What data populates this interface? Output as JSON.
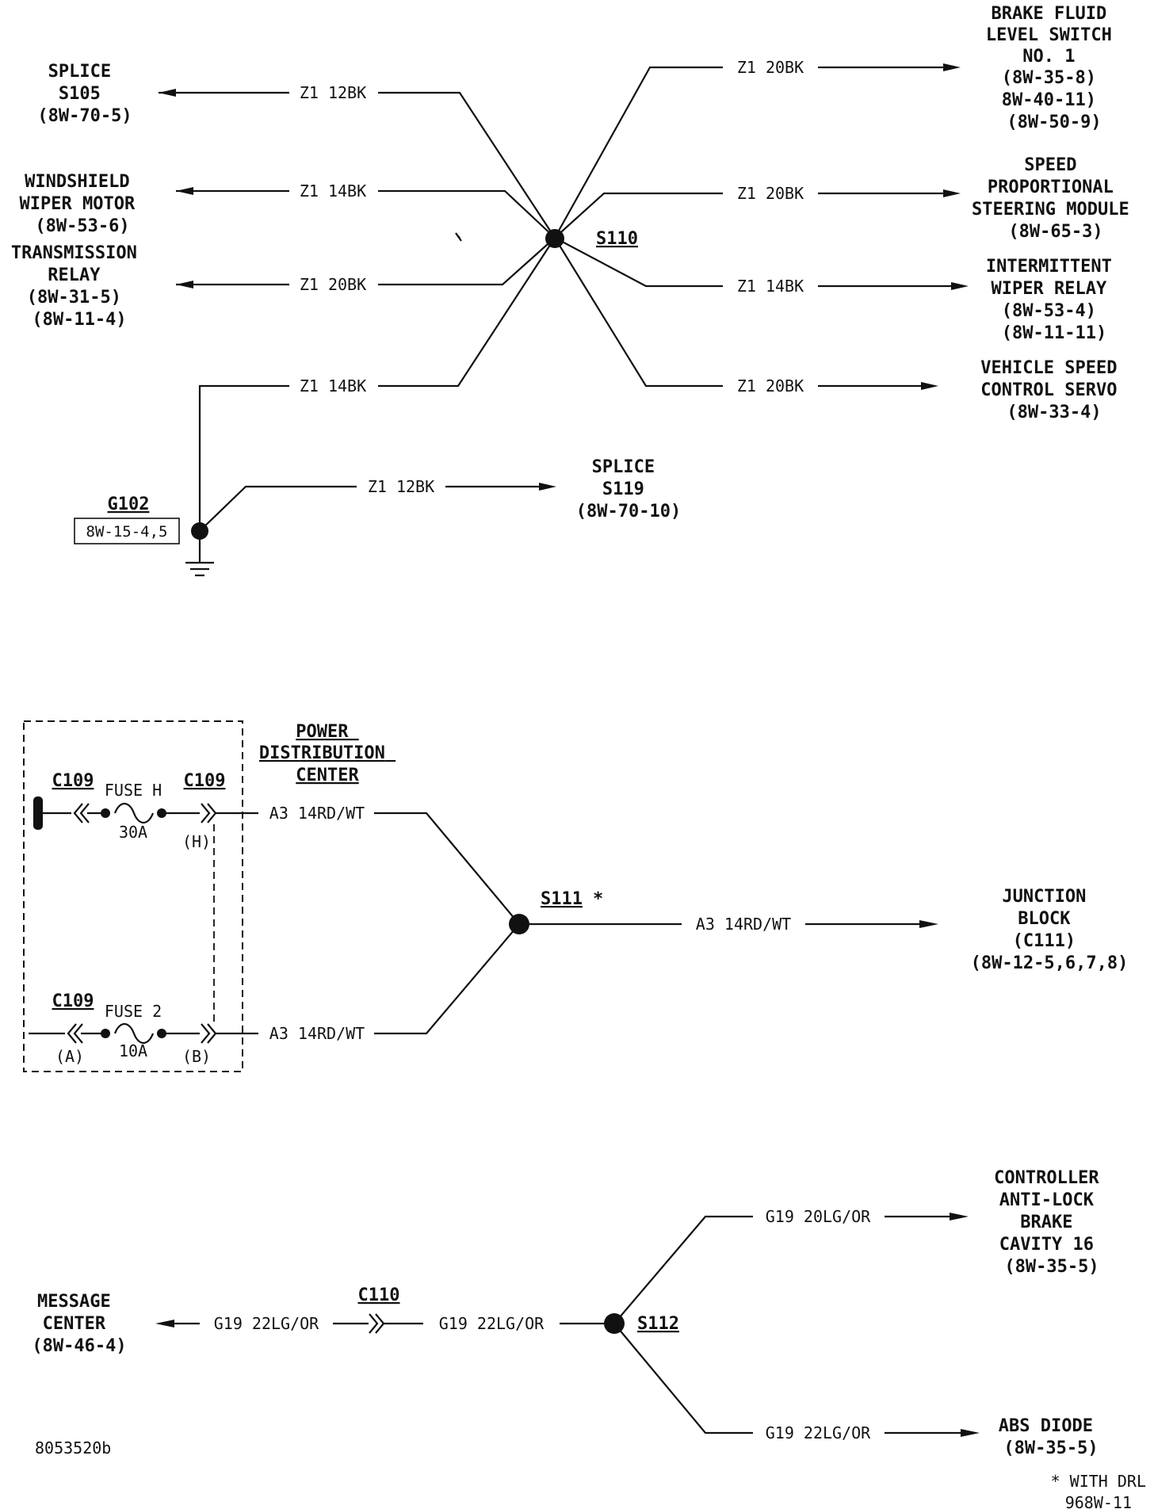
{
  "top": {
    "left_components": {
      "splice_s105": [
        "SPLICE",
        "S105",
        "(8W-70-5)"
      ],
      "wiper_motor": [
        "WINDSHIELD",
        "WIPER MOTOR",
        "(8W-53-6)"
      ],
      "transmission_relay": [
        "TRANSMISSION",
        "RELAY",
        "(8W-31-5)",
        "(8W-11-4)"
      ]
    },
    "right_components": {
      "brake_fluid_switch": [
        "BRAKE FLUID",
        "LEVEL SWITCH",
        "NO. 1",
        "(8W-35-8)",
        "8W-40-11)",
        "(8W-50-9)"
      ],
      "speed_steering": [
        "SPEED",
        "PROPORTIONAL",
        "STEERING MODULE",
        "(8W-65-3)"
      ],
      "intermittent_relay": [
        "INTERMITTENT",
        "WIPER RELAY",
        "(8W-53-4)",
        "(8W-11-11)"
      ],
      "speed_control_servo": [
        "VEHICLE SPEED",
        "CONTROL SERVO",
        "(8W-33-4)"
      ]
    },
    "wires": {
      "w_s105": "Z1 12BK",
      "w_wiper_motor": "Z1 14BK",
      "w_trans_relay": "Z1 20BK",
      "w_g102": "Z1 14BK",
      "w_brake": "Z1 20BK",
      "w_steering": "Z1 20BK",
      "w_int_relay": "Z1 14BK",
      "w_servo": "Z1 20BK",
      "w_s119": "Z1 12BK"
    },
    "splice_s110": "S110",
    "ground_label": "G102",
    "ground_ref": "8W-15-4,5",
    "splice_s119": [
      "SPLICE",
      "S119",
      "(8W-70-10)"
    ]
  },
  "middle": {
    "pdc_title": [
      "POWER",
      "DISTRIBUTION",
      "CENTER"
    ],
    "c109_a": "C109",
    "c109_b": "C109",
    "c109_c": "C109",
    "fuse_h": "FUSE H",
    "fuse_h_amp": "30A",
    "fuse_2": "FUSE 2",
    "fuse_2_amp": "10A",
    "pin_h": "(H)",
    "pin_a": "(A)",
    "pin_b": "(B)",
    "wire_a3_upper": "A3 14RD/WT",
    "wire_a3_lower": "A3 14RD/WT",
    "wire_a3_out": "A3 14RD/WT",
    "splice_s111": "S111",
    "asterisk": "*",
    "junction_block": [
      "JUNCTION",
      "BLOCK",
      "(C111)",
      "(8W-12-5,6,7,8)"
    ]
  },
  "bottom": {
    "message_center": [
      "MESSAGE",
      "CENTER",
      "(8W-46-4)"
    ],
    "wire_in_1": "G19 22LG/OR",
    "c110": "C110",
    "wire_in_2": "G19 22LG/OR",
    "splice_s112": "S112",
    "wire_out_upper": "G19 20LG/OR",
    "wire_out_lower": "G19 22LG/OR",
    "controller_abs": [
      "CONTROLLER",
      "ANTI-LOCK",
      "BRAKE",
      "CAVITY 16",
      "(8W-35-5)"
    ],
    "abs_diode": [
      "ABS DIODE",
      "(8W-35-5)"
    ]
  },
  "footer": {
    "image_id": "8053520b",
    "footnote": "* WITH DRL",
    "page_ref": "968W-11"
  }
}
